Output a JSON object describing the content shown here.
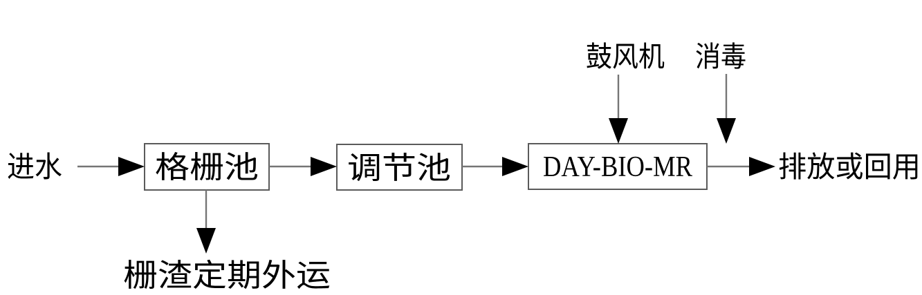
{
  "diagram": {
    "title": "wastewater-treatment-process-flow",
    "endpoints": {
      "influent_label": "进水",
      "effluent_label": "排放或回用"
    },
    "top_inputs": {
      "blower_label": "鼓风机",
      "disinfection_label": "消毒"
    },
    "process_nodes": [
      {
        "id": "screen-tank",
        "label": "格栅池"
      },
      {
        "id": "equalization-tank",
        "label": "调节池"
      },
      {
        "id": "bio-membrane-reactor",
        "label": "DAY-BIO-MR"
      }
    ],
    "byproduct": {
      "screen_residue_label": "栅渣定期外运"
    },
    "colors": {
      "line": "#757575",
      "box_border": "#5a5a5a",
      "box_fill": "#ffffff",
      "arrowhead": "#000000",
      "text": "#000000",
      "background": "#ffffff"
    }
  }
}
